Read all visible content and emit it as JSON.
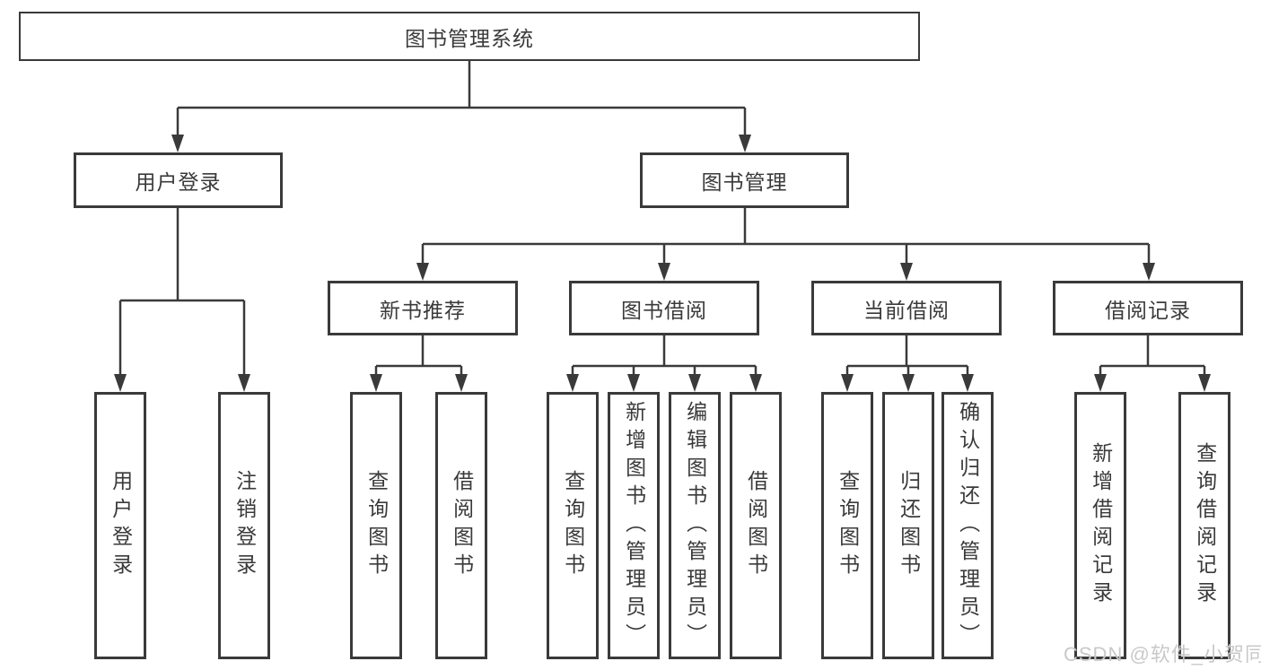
{
  "tree": {
    "root": "图书管理系统",
    "user": {
      "label": "用户登录",
      "children": [
        "用户登录",
        "注销登录"
      ]
    },
    "book": {
      "label": "图书管理",
      "sections": [
        {
          "label": "新书推荐",
          "children": [
            "查询图书",
            "借阅图书"
          ]
        },
        {
          "label": "图书借阅",
          "children": [
            "查询图书",
            "新增图书（管理员）",
            "编辑图书（管理员）",
            "借阅图书"
          ]
        },
        {
          "label": "当前借阅",
          "children": [
            "查询图书",
            "归还图书",
            "确认归还（管理员）"
          ]
        },
        {
          "label": "借阅记录",
          "children": [
            "新增借阅记录",
            "查询借阅记录"
          ]
        }
      ]
    }
  },
  "watermark": "CSDN @软件_小贺同学",
  "colors": {
    "line": "#3a3a3a",
    "text": "#3a3a3a",
    "watermark_text": "#c9c9c9",
    "background": "#ffffff"
  }
}
